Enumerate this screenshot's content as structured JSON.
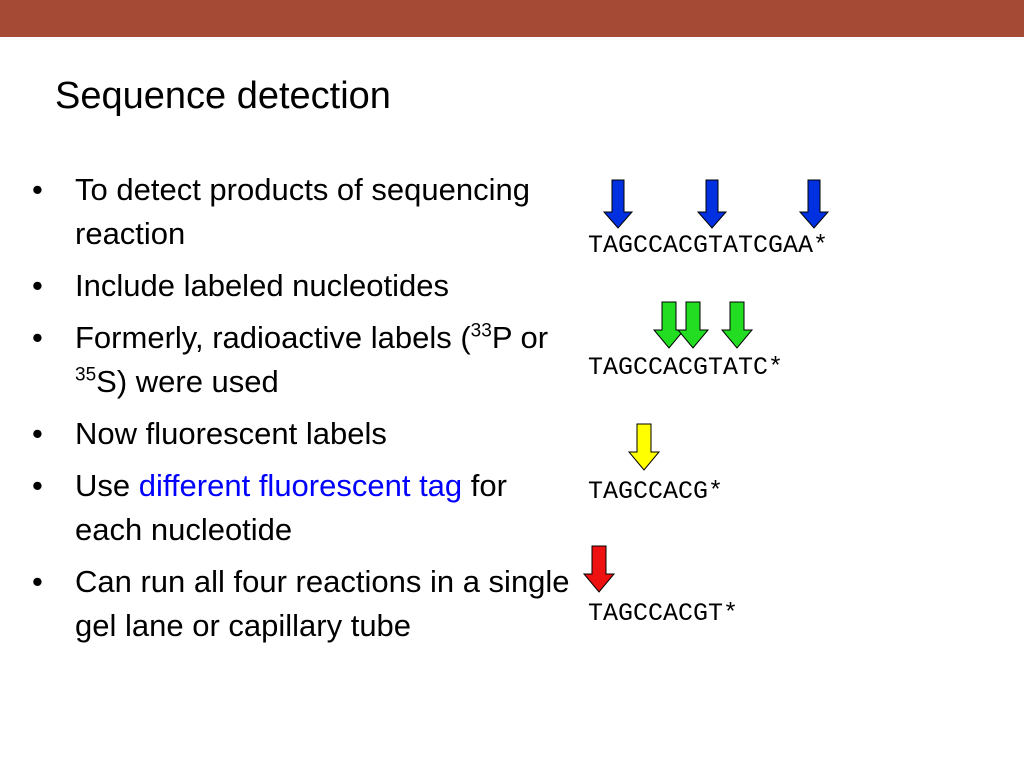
{
  "theme": {
    "topbar_color": "#a54a34",
    "highlight_color": "#0000ff"
  },
  "title": "Sequence detection",
  "bullet_symbol": "•",
  "bullets": {
    "b1": "To detect products of sequencing reaction",
    "b2": "Include labeled nucleotides",
    "b3": {
      "pre": "Formerly, radioactive labels (",
      "iso1": "33",
      "mid": "P or ",
      "iso2": "35",
      "post": "S) were used"
    },
    "b4": "Now fluorescent labels",
    "b5": {
      "pre": "Use ",
      "highlight": "different fluorescent tag",
      "post": " for each nucleotide"
    },
    "b6": "Can run all four reactions in a single gel lane or capillary tube"
  },
  "sequences": [
    {
      "text": "TAGCCACGTATCGAA*",
      "arrow_color": "#0030e0"
    },
    {
      "text": "TAGCCACGTATC*",
      "arrow_color": "#22dd22"
    },
    {
      "text": "TAGCCACG*",
      "arrow_color": "#ffff00"
    },
    {
      "text": "TAGCCACGT*",
      "arrow_color": "#ee1111"
    }
  ]
}
